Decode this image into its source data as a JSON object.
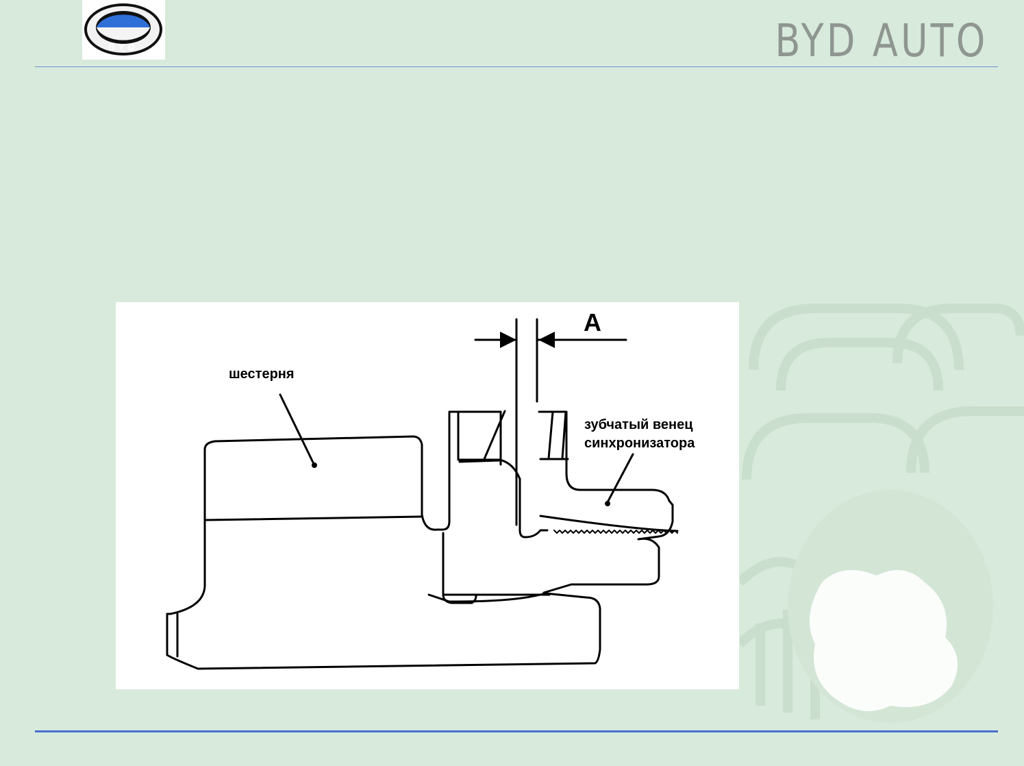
{
  "header": {
    "brand_text": "BYD AUTO",
    "logo_text": "BYD"
  },
  "diagram": {
    "label_gear": "шестерня",
    "label_ring_line1": "зубчатый венец",
    "label_ring_line2": "синхронизатора",
    "dimension_label": "A"
  },
  "colors": {
    "background": "#d8eadb",
    "rule_top": "#6f8fd6",
    "rule_bottom": "#4a6fcf",
    "brand_text": "#8f9692"
  }
}
